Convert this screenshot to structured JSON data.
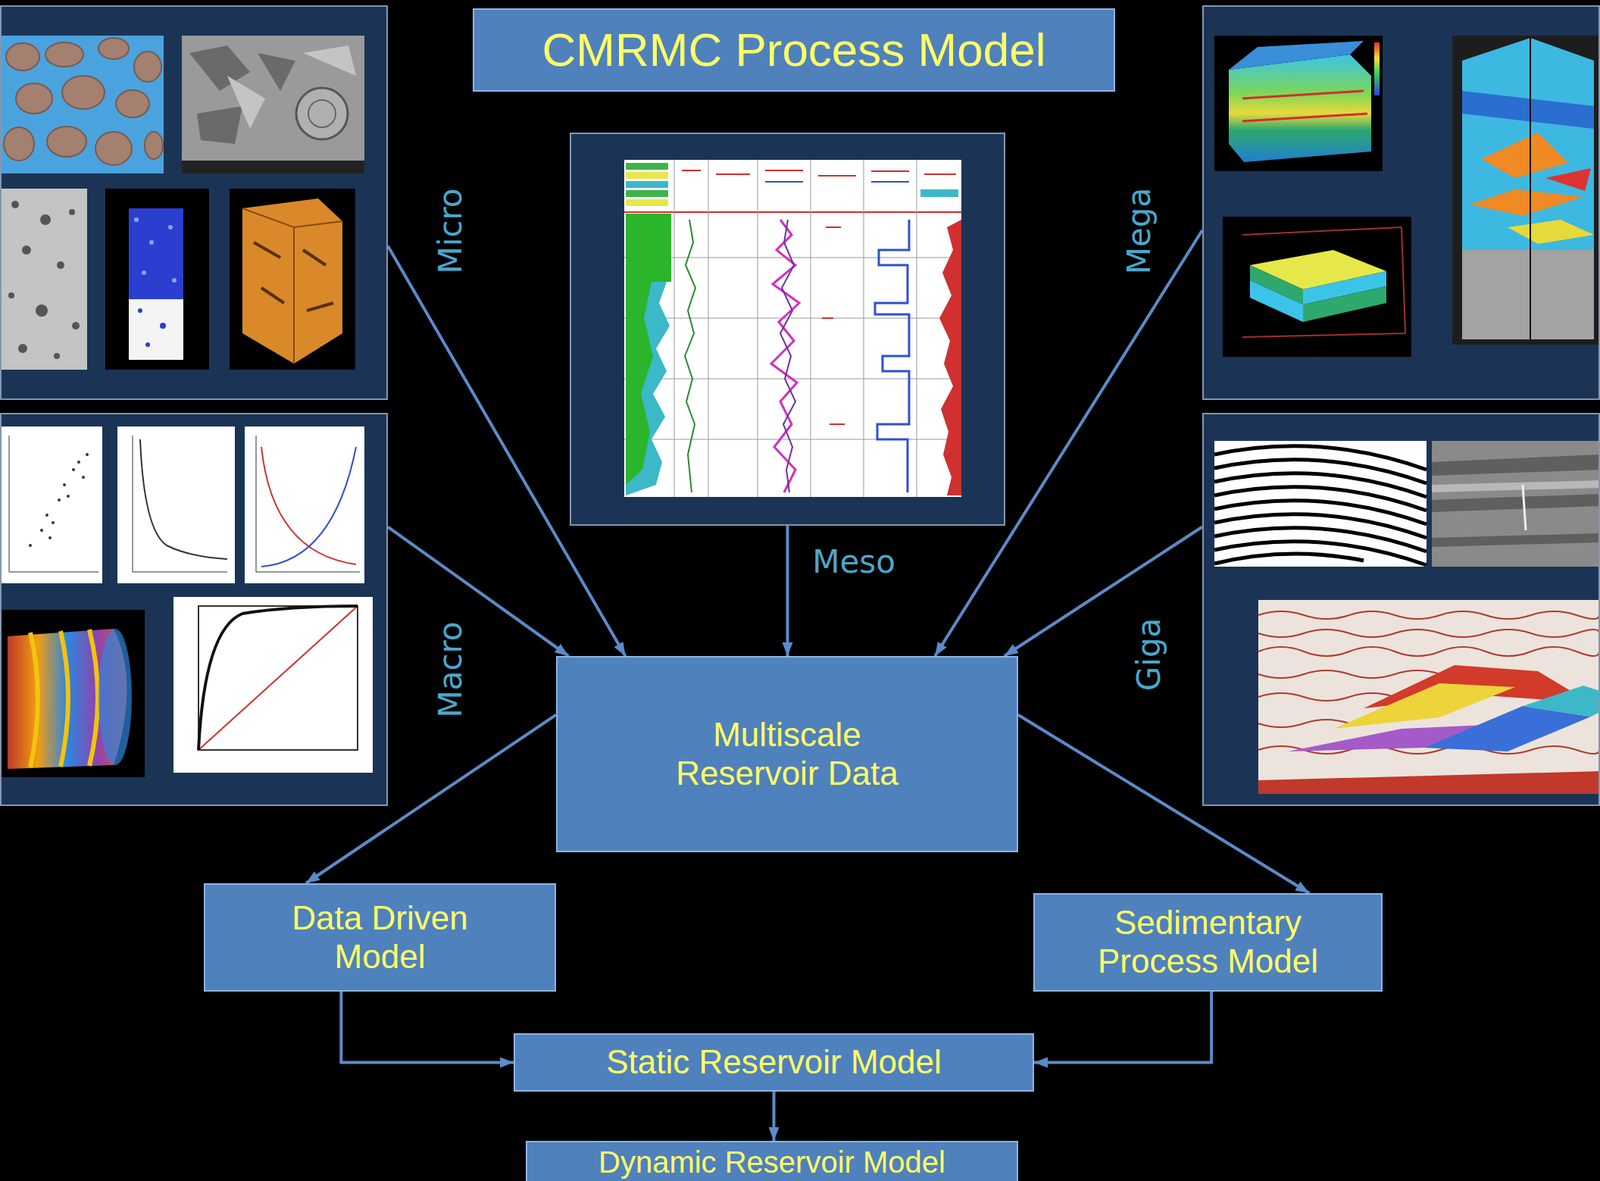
{
  "diagram": {
    "title": "CMRMC Process Model",
    "nodes": [
      {
        "text": [
          "Micro"
        ]
      },
      {
        "text": [
          "Meso"
        ]
      },
      {
        "text": [
          "Mega"
        ]
      },
      {
        "text": [
          "Macro"
        ]
      },
      {
        "text": [
          "Giga"
        ]
      },
      {
        "text": [
          "Multiscale Reservoir Data"
        ]
      },
      {
        "text": [
          "Data Driven Model"
        ]
      },
      {
        "text": [
          "Sedimentary Process Model"
        ]
      },
      {
        "text": [
          "Static Reservoir Model"
        ]
      },
      {
        "text": [
          "Dynamic Reservoir Model"
        ]
      }
    ],
    "edges": [
      {
        "from": 0,
        "to": 5,
        "arrow": "to"
      },
      {
        "from": 3,
        "to": 5,
        "arrow": "to"
      },
      {
        "from": 1,
        "to": 5,
        "arrow": "to"
      },
      {
        "from": 2,
        "to": 5,
        "arrow": "to"
      },
      {
        "from": 4,
        "to": 5,
        "arrow": "to"
      },
      {
        "from": 5,
        "to": 6,
        "arrow": "to"
      },
      {
        "from": 5,
        "to": 7,
        "arrow": "to"
      },
      {
        "from": 6,
        "to": 8,
        "arrow": "to"
      },
      {
        "from": 7,
        "to": 8,
        "arrow": "to"
      },
      {
        "from": 8,
        "to": 9,
        "arrow": "to"
      }
    ]
  }
}
